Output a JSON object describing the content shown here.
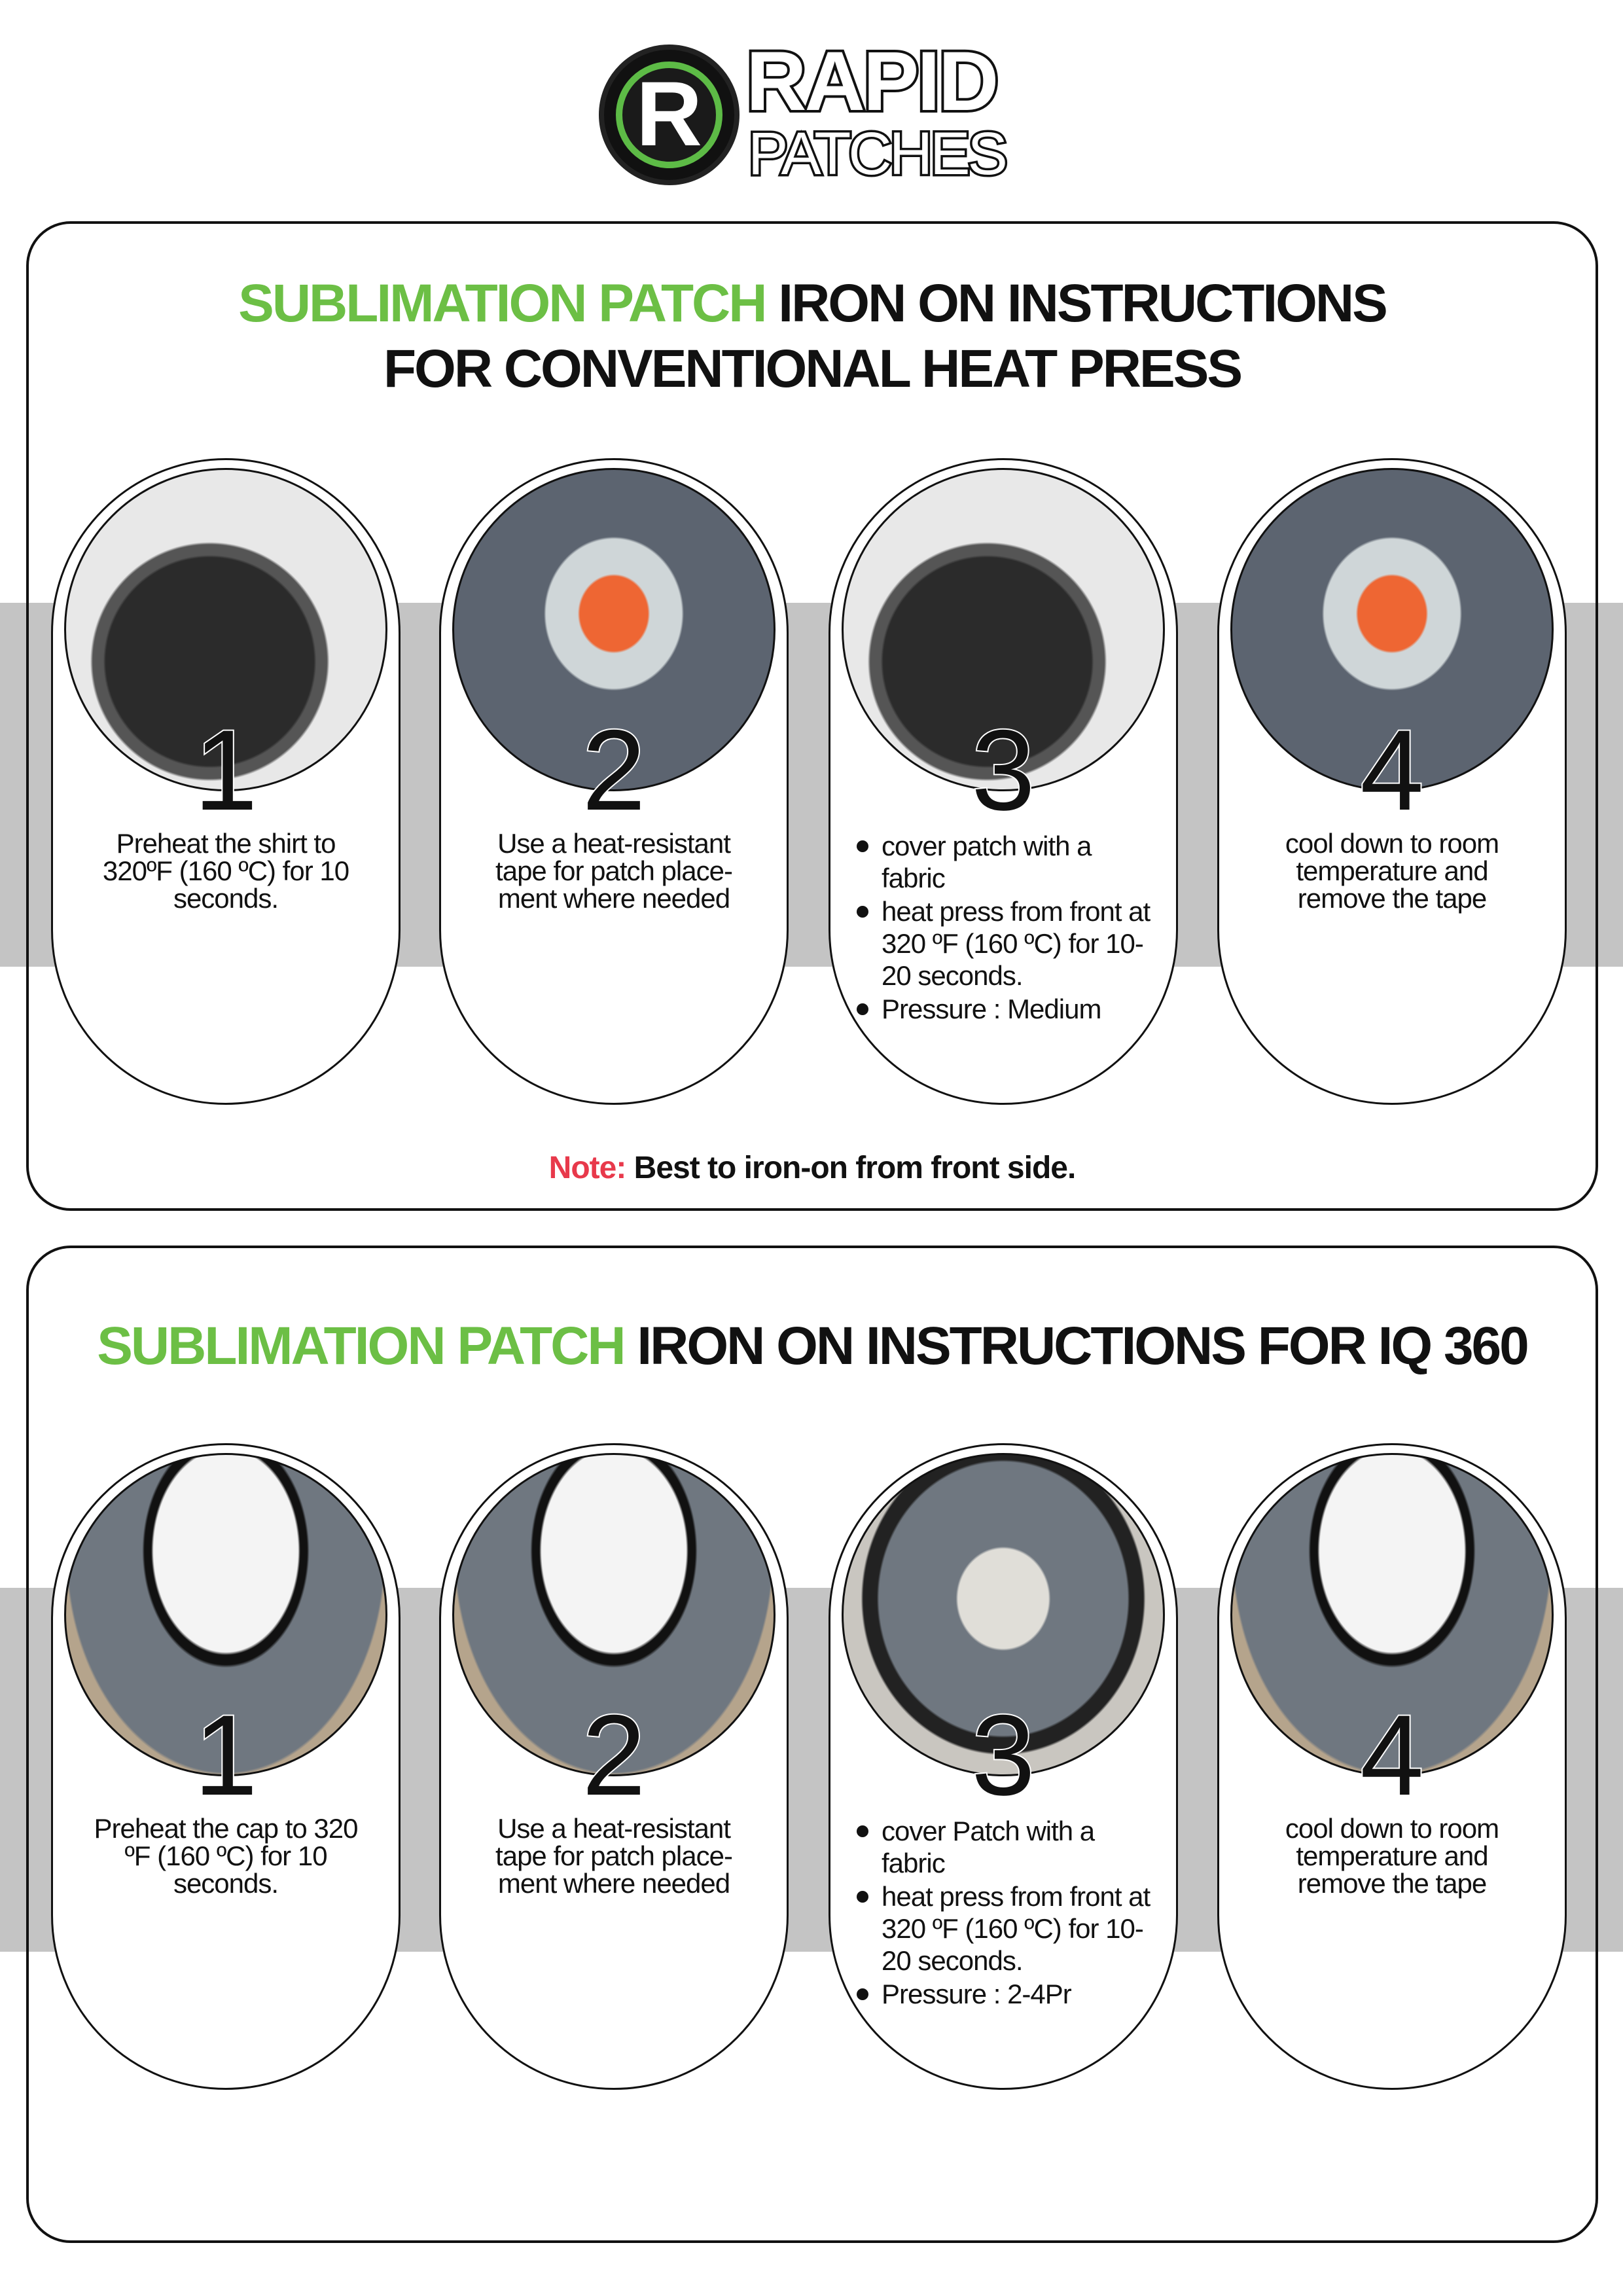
{
  "logo": {
    "letter": "R",
    "word1": "RAPID",
    "word2": "PATCHES"
  },
  "section1": {
    "title_green": "SUBLIMATION PATCH",
    "title_black": " IRON ON INSTRUCTIONS",
    "title_line2": "FOR CONVENTIONAL HEAT PRESS",
    "steps": [
      {
        "number": "1",
        "text": "Preheat the shirt to 320ºF (160 ºC) for 10 seconds."
      },
      {
        "number": "2",
        "text": "Use a heat-resistant tape for patch place-ment where needed"
      },
      {
        "number": "3",
        "bullets": [
          "cover patch with a fabric",
          "heat press from front at 320 ºF (160 ºC) for 10-20 seconds.",
          "Pressure : Medium"
        ]
      },
      {
        "number": "4",
        "text": "cool down to room temperature and remove the tape"
      }
    ],
    "note_label": "Note:",
    "note_text": " Best to iron-on from front side."
  },
  "section2": {
    "title_green": "SUBLIMATION PATCH",
    "title_black": " IRON ON INSTRUCTIONS FOR IQ 360",
    "steps": [
      {
        "number": "1",
        "text": "Preheat the cap to 320 ºF (160 ºC)  for 10 seconds."
      },
      {
        "number": "2",
        "text": "Use a heat-resistant tape for patch place-ment where needed"
      },
      {
        "number": "3",
        "bullets": [
          "cover Patch with a fabric",
          "heat press from front at 320 ºF (160 ºC) for 10-20 seconds.",
          "Pressure : 2-4Pr"
        ]
      },
      {
        "number": "4",
        "text": "cool down to room temperature and remove the tape"
      }
    ]
  },
  "colors": {
    "green": "#6cbf45",
    "red": "#e8394b",
    "band": "#c4c4c4"
  }
}
